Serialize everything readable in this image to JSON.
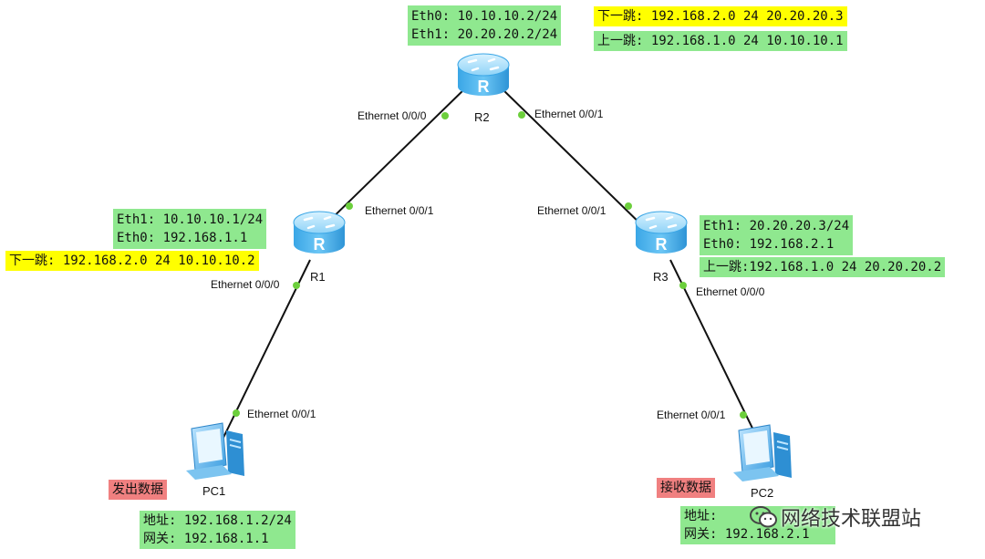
{
  "routers": {
    "r1": {
      "name": "R1"
    },
    "r2": {
      "name": "R2"
    },
    "r3": {
      "name": "R3"
    }
  },
  "pcs": {
    "pc1": {
      "name": "PC1"
    },
    "pc2": {
      "name": "PC2"
    }
  },
  "ports": {
    "r2_e000": "Ethernet 0/0/0",
    "r2_e001": "Ethernet 0/0/1",
    "r1_e001": "Ethernet 0/0/1",
    "r1_e000": "Ethernet 0/0/0",
    "r3_e001": "Ethernet 0/0/1",
    "r3_e000": "Ethernet 0/0/0",
    "pc1_e001": "Ethernet 0/0/1",
    "pc2_e001": "Ethernet 0/0/1"
  },
  "labels": {
    "r2": {
      "eth0": "Eth0: 10.10.10.2/24",
      "eth1": "Eth1: 20.20.20.2/24",
      "next_hop": "下一跳: 192.168.2.0 24 20.20.20.3",
      "prev_hop": "上一跳: 192.168.1.0 24 10.10.10.1"
    },
    "r1": {
      "eth1": "Eth1: 10.10.10.1/24",
      "eth0": "Eth0: 192.168.1.1",
      "next_hop": "下一跳: 192.168.2.0 24 10.10.10.2"
    },
    "r3": {
      "eth1": "Eth1: 20.20.20.3/24",
      "eth0": "Eth0: 192.168.2.1",
      "prev_hop": "上一跳:192.168.1.0 24 20.20.20.2"
    },
    "pc1": {
      "tag": "发出数据",
      "addr": "地址: 192.168.1.2/24",
      "gw": "网关: 192.168.1.1"
    },
    "pc2": {
      "tag": "接收数据",
      "addr": "地址:",
      "gw": "网关: 192.168.2.1"
    }
  },
  "watermark": "网络技术联盟站",
  "colors": {
    "green_label": "#8fe88f",
    "yellow_label": "#ffff00",
    "red_label": "#f08080",
    "router_blue": "#4fb8f0",
    "link": "#111111",
    "port_dot": "#6ccf3c"
  }
}
